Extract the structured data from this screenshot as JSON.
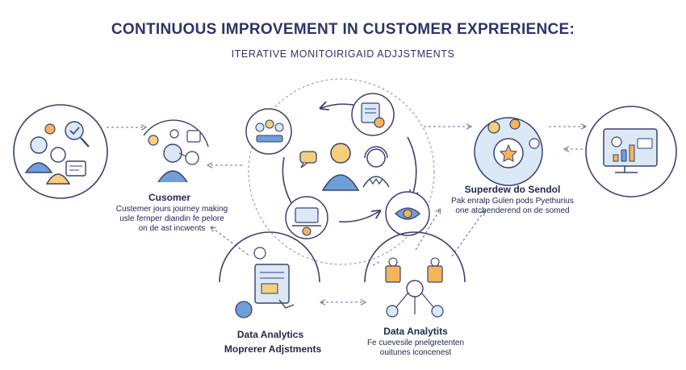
{
  "title": "CONTINUOUS IMPROVEMENT IN CUSTOMER EXPRERIENCE:",
  "subtitle": "ITERATIVE MONITOIRIGAID ADJJSTMENTS",
  "nodes": {
    "left": {
      "heading": "Cusomer",
      "lines": [
        "Custemer jours journey making",
        "usle fernper diandin fe pelore",
        "on de ast incwents"
      ]
    },
    "right": {
      "heading": "Superdew do Sendol",
      "lines": [
        "Pak enralp Gulen pods Pyethurius",
        "one atchenderend on de somed"
      ]
    },
    "bottom_left": {
      "line1": "Data Analytics",
      "line2": "Moprerer Adjstments"
    },
    "bottom_right": {
      "heading": "Data Analytits",
      "lines": [
        "Fe cuevesile pnelgretenten",
        "ouitunes iconcenest"
      ]
    }
  },
  "colors": {
    "navy": "#2d3469",
    "line": "#3a4070",
    "blue": "#6f9fd6",
    "light_blue": "#dbe8f6",
    "orange": "#f4b55a",
    "yellow": "#f6cf7a",
    "arrow": "#6a6f8e"
  },
  "icons": [
    "team-gear-icon",
    "person-network-icon",
    "meeting-icon",
    "document-gear-icon",
    "chat-icon",
    "user-icon",
    "support-agent-icon",
    "laptop-gear-icon",
    "refresh-eye-icon",
    "analytics-document-icon",
    "people-network-icon",
    "gear-star-icon",
    "dashboard-monitor-icon"
  ]
}
